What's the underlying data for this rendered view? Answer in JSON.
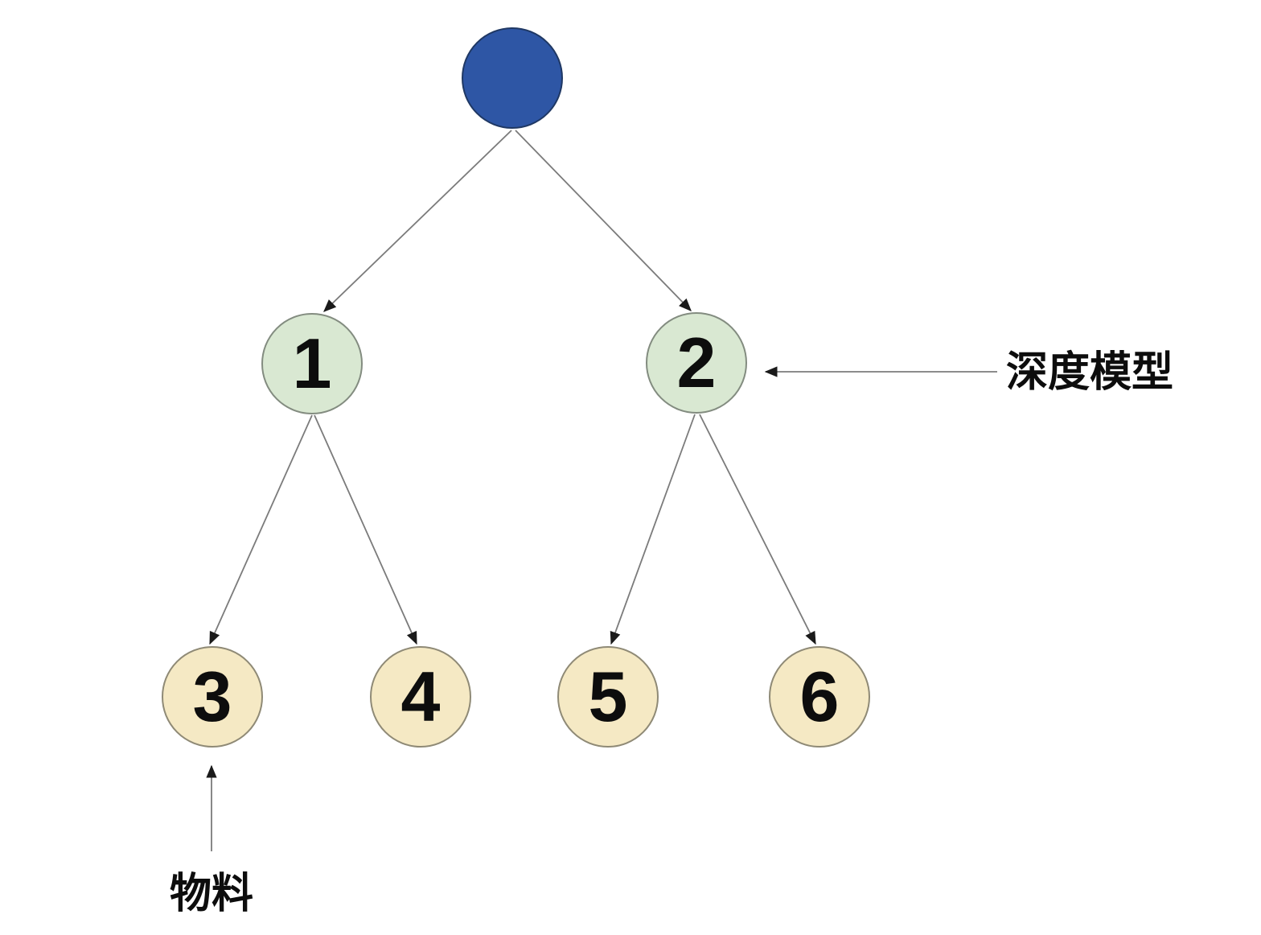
{
  "diagram": {
    "type": "tree",
    "background": "#ffffff",
    "edge_color": "#7b7b7b",
    "arrowhead_color": "#1a1a1a",
    "text_color": "#0d0d0d",
    "nodes": {
      "root": {
        "label": "",
        "fill": "#2e56a5",
        "border": "#1f3864"
      },
      "n1": {
        "label": "1",
        "fill": "#d9e8d2",
        "border": "#838c80"
      },
      "n2": {
        "label": "2",
        "fill": "#d9e8d2",
        "border": "#838c80"
      },
      "n3": {
        "label": "3",
        "fill": "#f5e9c4",
        "border": "#8f8a76"
      },
      "n4": {
        "label": "4",
        "fill": "#f5e9c4",
        "border": "#8f8a76"
      },
      "n5": {
        "label": "5",
        "fill": "#f5e9c4",
        "border": "#8f8a76"
      },
      "n6": {
        "label": "6",
        "fill": "#f5e9c4",
        "border": "#8f8a76"
      }
    },
    "edges": [
      {
        "from": "root",
        "to": "n1"
      },
      {
        "from": "root",
        "to": "n2"
      },
      {
        "from": "n1",
        "to": "n3"
      },
      {
        "from": "n1",
        "to": "n4"
      },
      {
        "from": "n2",
        "to": "n5"
      },
      {
        "from": "n2",
        "to": "n6"
      }
    ],
    "annotations": {
      "depth_model": {
        "text": "深度模型",
        "points_to": "n2"
      },
      "material": {
        "text": "物料",
        "points_to": "n3"
      }
    }
  }
}
